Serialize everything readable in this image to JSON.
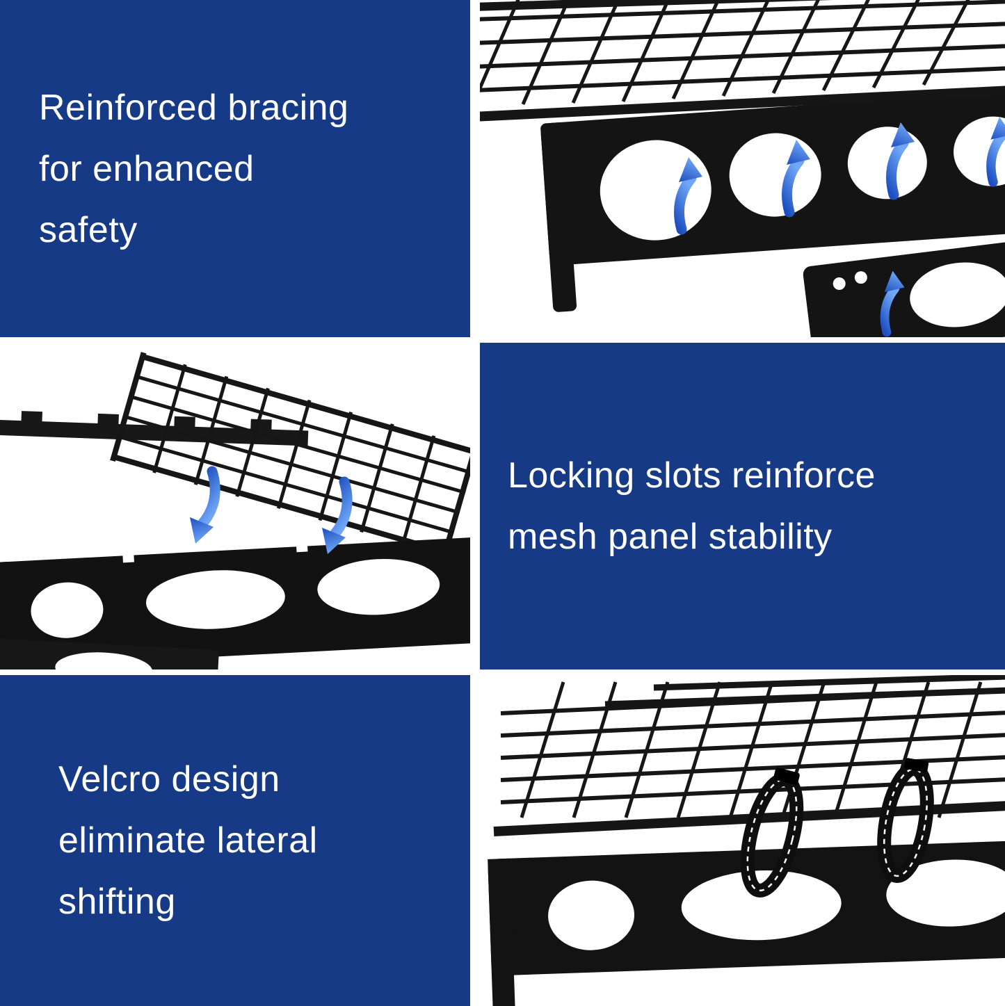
{
  "theme": {
    "panel_blue": "#173a87",
    "text_white": "#ffffff",
    "photo_background": "#ffffff",
    "metal_black": "#141414",
    "arrow_blue_dark": "#1d4fc0",
    "arrow_blue_light": "#6fa6f6"
  },
  "features": [
    {
      "lines": [
        "Reinforced bracing",
        "for enhanced",
        "safety"
      ]
    },
    {
      "lines": [
        "Locking slots reinforce",
        "mesh panel stability"
      ]
    },
    {
      "lines": [
        "Velcro design",
        "eliminate lateral",
        "shifting"
      ]
    }
  ],
  "icons": {
    "up_arrow": "curved-up-arrow",
    "down_arrow": "curved-down-arrow",
    "mesh_panel": "wire-mesh-shelf",
    "bracket": "shelf-bracket-beam",
    "velcro_strap": "velcro-strap-loop"
  }
}
